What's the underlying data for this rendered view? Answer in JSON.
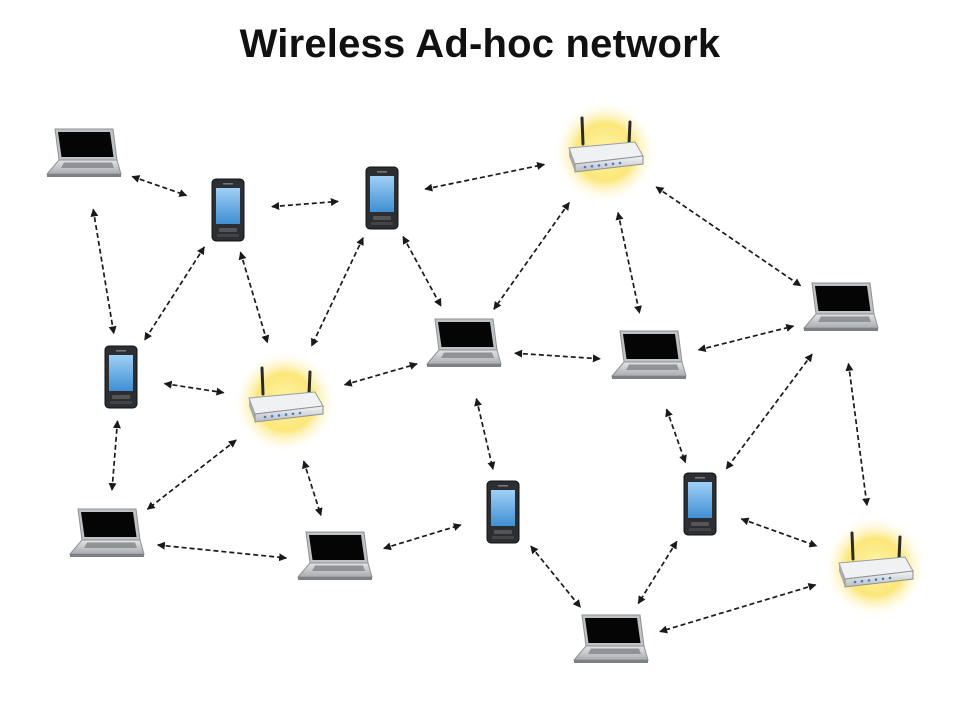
{
  "title": "Wireless Ad-hoc network",
  "colors": {
    "glow": "#f7d631",
    "screen": "#0a0a0a",
    "laptop_body": "#c9cbcd",
    "phone_body": "#2b2f33",
    "phone_screen": "#5aa8e6",
    "router_body": "#e4e6e8",
    "arrow": "#1a1a1a"
  },
  "nodes": [
    {
      "id": "laptop-1",
      "icon": "laptop-icon"
    },
    {
      "id": "phone-1",
      "icon": "smartphone-icon"
    },
    {
      "id": "phone-2",
      "icon": "smartphone-icon"
    },
    {
      "id": "router-1",
      "icon": "wireless-router-icon"
    },
    {
      "id": "phone-3",
      "icon": "smartphone-icon"
    },
    {
      "id": "router-2",
      "icon": "wireless-router-icon"
    },
    {
      "id": "laptop-2",
      "icon": "laptop-icon"
    },
    {
      "id": "laptop-3",
      "icon": "laptop-icon"
    },
    {
      "id": "laptop-4",
      "icon": "laptop-icon"
    },
    {
      "id": "laptop-5",
      "icon": "laptop-icon"
    },
    {
      "id": "laptop-6",
      "icon": "laptop-icon"
    },
    {
      "id": "phone-4",
      "icon": "smartphone-icon"
    },
    {
      "id": "phone-5",
      "icon": "smartphone-icon"
    },
    {
      "id": "router-3",
      "icon": "wireless-router-icon"
    },
    {
      "id": "laptop-7",
      "icon": "laptop-icon"
    }
  ],
  "links": [
    [
      "laptop-1",
      "phone-1"
    ],
    [
      "laptop-1",
      "phone-3"
    ],
    [
      "phone-1",
      "phone-2"
    ],
    [
      "phone-1",
      "phone-3"
    ],
    [
      "phone-1",
      "router-2"
    ],
    [
      "phone-2",
      "router-1"
    ],
    [
      "phone-2",
      "router-2"
    ],
    [
      "phone-2",
      "laptop-2"
    ],
    [
      "router-1",
      "laptop-2"
    ],
    [
      "router-1",
      "laptop-3"
    ],
    [
      "router-1",
      "laptop-4"
    ],
    [
      "phone-3",
      "router-2"
    ],
    [
      "phone-3",
      "laptop-5"
    ],
    [
      "router-2",
      "laptop-2"
    ],
    [
      "router-2",
      "laptop-5"
    ],
    [
      "router-2",
      "laptop-6"
    ],
    [
      "laptop-2",
      "laptop-3"
    ],
    [
      "laptop-2",
      "phone-4"
    ],
    [
      "laptop-3",
      "laptop-4"
    ],
    [
      "laptop-3",
      "phone-5"
    ],
    [
      "laptop-4",
      "phone-5"
    ],
    [
      "laptop-4",
      "router-3"
    ],
    [
      "laptop-5",
      "laptop-6"
    ],
    [
      "laptop-6",
      "phone-4"
    ],
    [
      "phone-4",
      "laptop-7"
    ],
    [
      "phone-5",
      "router-3"
    ],
    [
      "phone-5",
      "laptop-7"
    ],
    [
      "router-3",
      "laptop-7"
    ]
  ]
}
